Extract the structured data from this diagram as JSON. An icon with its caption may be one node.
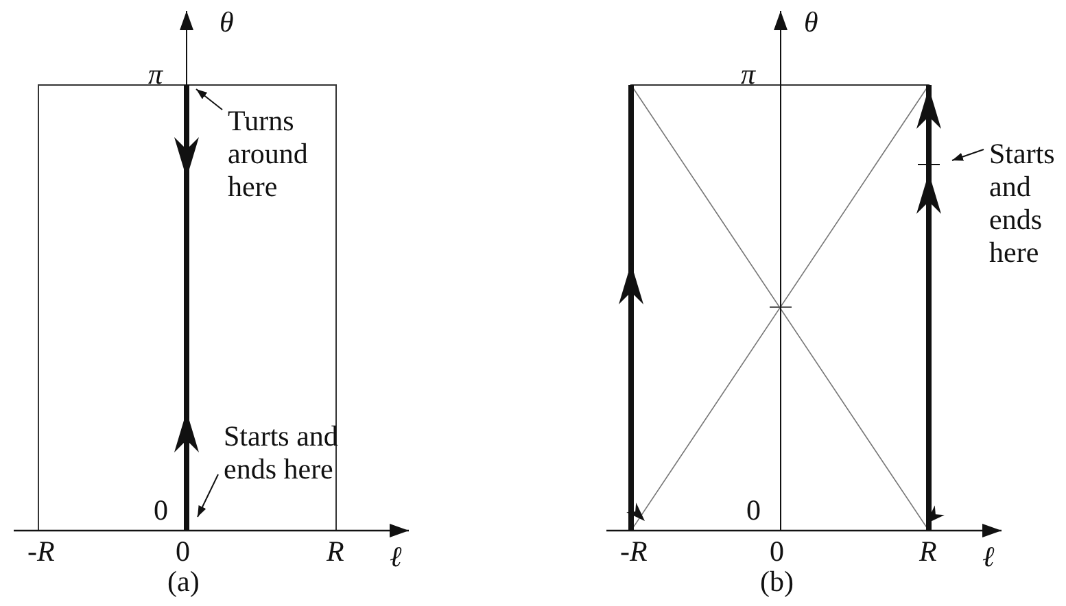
{
  "diagram": {
    "nodes": [
      {
        "text": [
          "Turns around here"
        ]
      },
      {
        "text": [
          "Starts and ends here"
        ]
      },
      {
        "text": [
          "Starts and ends here"
        ]
      }
    ],
    "edges": [
      {
        "from": 0,
        "to": null,
        "arrow": "to"
      },
      {
        "from": 1,
        "to": null,
        "arrow": "to"
      },
      {
        "from": 2,
        "to": null,
        "arrow": "to"
      }
    ],
    "labels": [
      "θ",
      "π",
      "0",
      "-*R*",
      "0",
      "*R*",
      "ℓ",
      "(a)",
      "θ",
      "π",
      "0",
      "-*R*",
      "0",
      "*R*",
      "ℓ",
      "(b)"
    ]
  }
}
